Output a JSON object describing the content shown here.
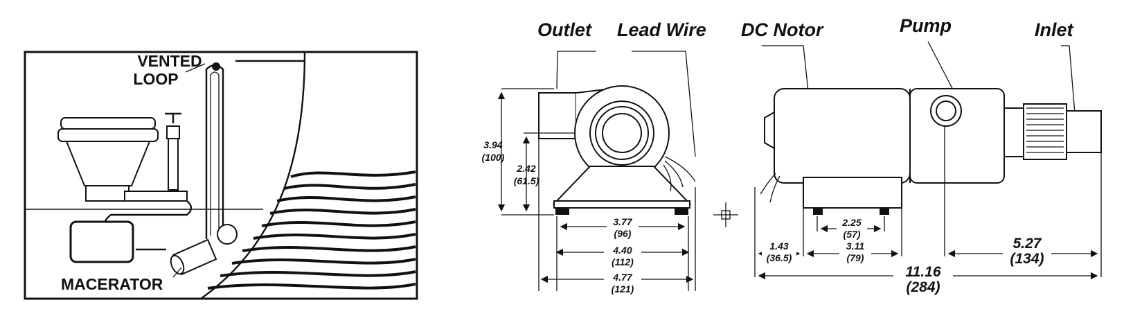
{
  "installation": {
    "vented_loop_line1": "VENTED",
    "vented_loop_line2": "LOOP",
    "macerator": "MACERATOR"
  },
  "callouts": {
    "outlet": "Outlet",
    "lead_wire": "Lead Wire",
    "dc_motor": "DC Notor",
    "pump": "Pump",
    "inlet": "Inlet"
  },
  "dimensions": {
    "height_total_in": "3.94",
    "height_total_mm": "(100)",
    "height_center_in": "2.42",
    "height_center_mm": "(61.5)",
    "base_holes_in": "3.77",
    "base_holes_mm": "(96)",
    "base_width_in": "4.40",
    "base_width_mm": "(112)",
    "overall_width_in": "4.77",
    "overall_width_mm": "(121)",
    "hole_spacing_in": "2.25",
    "hole_spacing_mm": "(57)",
    "end_to_base_in": "1.43",
    "end_to_base_mm": "(36.5)",
    "base_length_in": "3.11",
    "base_length_mm": "(79)",
    "inlet_length_in": "5.27",
    "inlet_length_mm": "(134)",
    "overall_length_in": "11.16",
    "overall_length_mm": "(284)"
  }
}
